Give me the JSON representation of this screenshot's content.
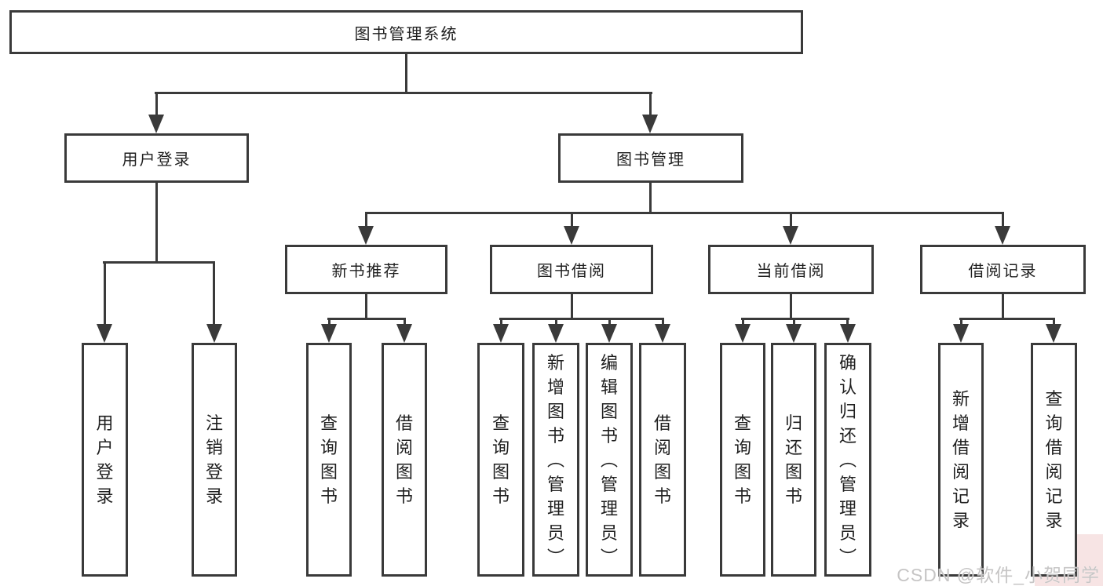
{
  "diagram": {
    "root": {
      "label": "图书管理系统"
    },
    "level2": [
      {
        "label": "用户登录"
      },
      {
        "label": "图书管理"
      }
    ],
    "level3": [
      {
        "label": "新书推荐",
        "parent": "图书管理"
      },
      {
        "label": "图书借阅",
        "parent": "图书管理"
      },
      {
        "label": "当前借阅",
        "parent": "图书管理"
      },
      {
        "label": "借阅记录",
        "parent": "图书管理"
      }
    ],
    "leaves": [
      {
        "label": "用户登录",
        "parent": "用户登录"
      },
      {
        "label": "注销登录",
        "parent": "用户登录"
      },
      {
        "label": "查询图书",
        "parent": "新书推荐"
      },
      {
        "label": "借阅图书",
        "parent": "新书推荐"
      },
      {
        "label": "查询图书",
        "parent": "图书借阅"
      },
      {
        "label": "新增图书（管理员）",
        "parent": "图书借阅"
      },
      {
        "label": "编辑图书（管理员）",
        "parent": "图书借阅"
      },
      {
        "label": "借阅图书",
        "parent": "图书借阅"
      },
      {
        "label": "查询图书",
        "parent": "当前借阅"
      },
      {
        "label": "归还图书",
        "parent": "当前借阅"
      },
      {
        "label": "确认归还（管理员）",
        "parent": "当前借阅"
      },
      {
        "label": "新增借阅记录",
        "parent": "借阅记录"
      },
      {
        "label": "查询借阅记录",
        "parent": "借阅记录"
      }
    ]
  },
  "watermark": {
    "text": "CSDN @软件_小贺同学"
  },
  "colors": {
    "line": "#3a3a3a",
    "text": "#1f1f1f",
    "background": "#ffffff",
    "watermark_text": "#c6c5c5",
    "corner_tint": "#f7e4e4"
  }
}
